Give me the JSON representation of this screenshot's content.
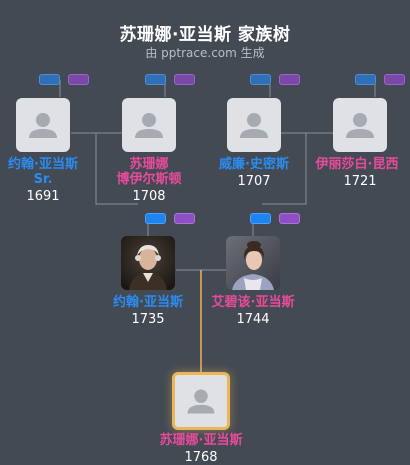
{
  "header": {
    "title": "苏珊娜·亚当斯 家族树",
    "subtitle": "由 pptrace.com 生成"
  },
  "people": {
    "p1": {
      "name_line1": "约翰·亚当斯",
      "name_line2": "Sr.",
      "year": "1691"
    },
    "p2": {
      "name_line1": "苏珊娜",
      "name_line2": "博伊尔斯顿",
      "year": "1708"
    },
    "p3": {
      "name_line1": "威廉·史密斯",
      "year": "1707"
    },
    "p4": {
      "name_line1": "伊丽莎白·昆西",
      "year": "1721"
    },
    "p5": {
      "name_line1": "约翰·亚当斯",
      "year": "1735"
    },
    "p6": {
      "name_line1": "艾碧该·亚当斯",
      "year": "1744"
    },
    "p7": {
      "name_line1": "苏珊娜·亚当斯",
      "year": "1768"
    }
  },
  "colors": {
    "male": "#2b8cf0",
    "female": "#e84a9c",
    "focus_border": "#e9b65a",
    "background": "#444a53"
  },
  "icons": {
    "placeholder": "person-placeholder-icon",
    "toggle_left": "expand-father-toggle",
    "toggle_right": "expand-mother-toggle"
  }
}
